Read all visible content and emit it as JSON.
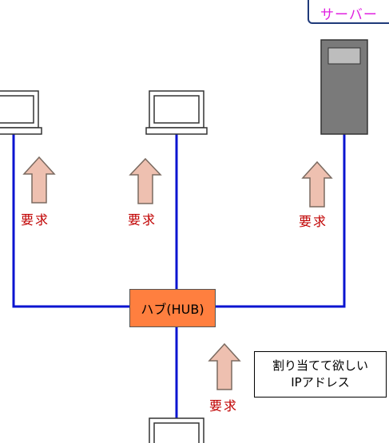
{
  "server_label": "サーバー",
  "hub_label": "ハブ(HUB)",
  "request_label": "要求",
  "note": {
    "line1": "割り当てて欲しい",
    "line2": "IPアドレス"
  },
  "colors": {
    "cable": "#0a14d0",
    "hub": "#ff7f3f",
    "request_text": "#c00000",
    "arrow_fill": "#eec0b0",
    "server_body": "#7a7a7a",
    "server_label_text": "#e020e0"
  }
}
